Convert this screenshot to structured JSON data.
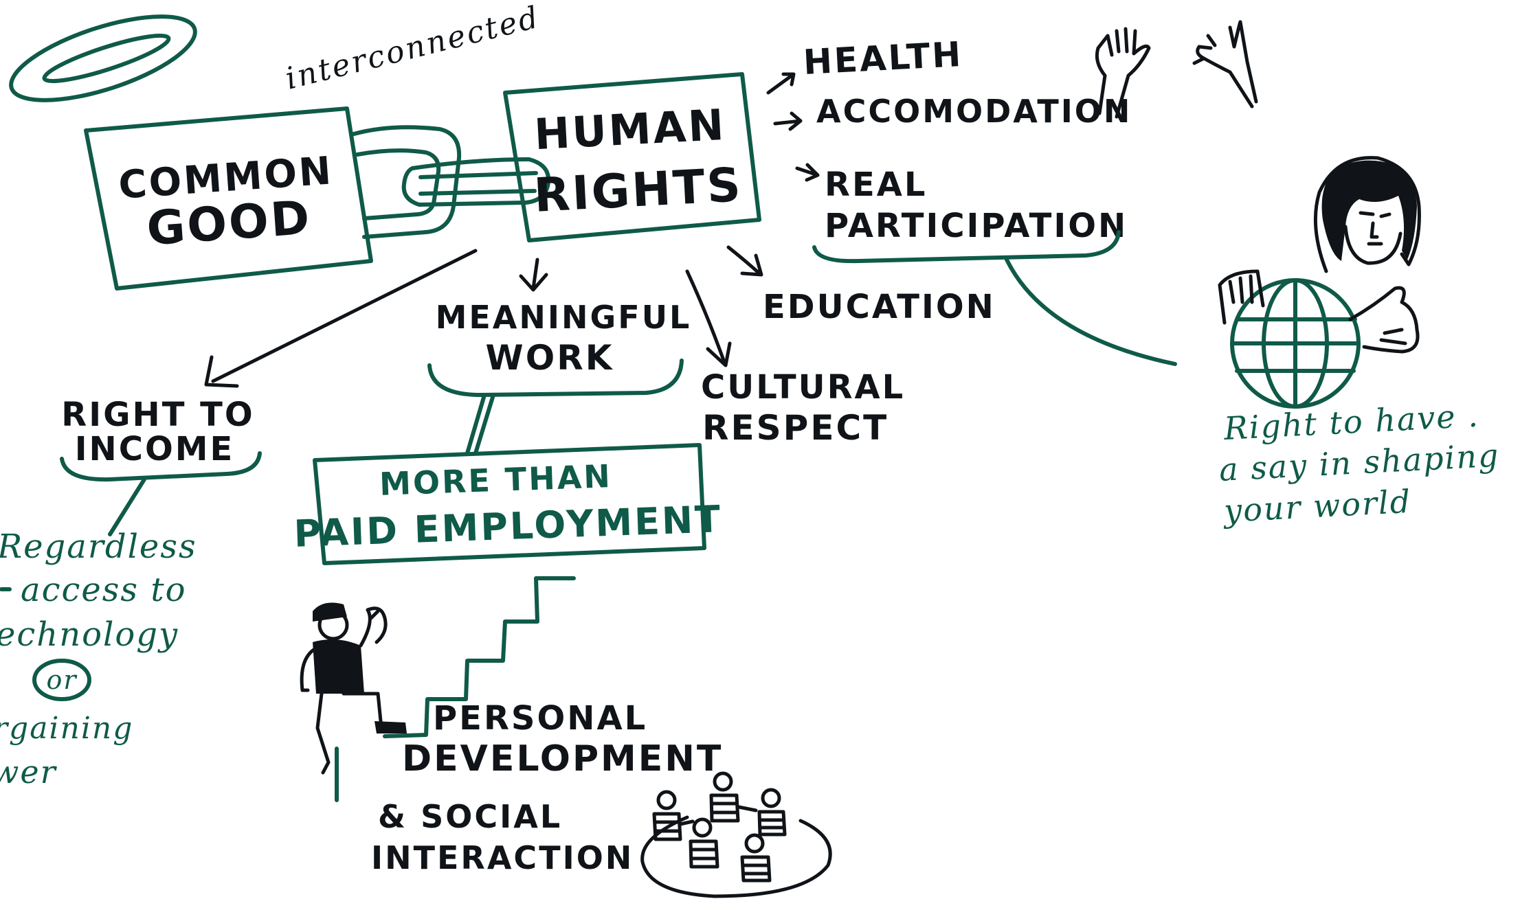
{
  "nodes": {
    "common_good": [
      "COMMON",
      "GOOD"
    ],
    "human_rights": [
      "HUMAN",
      "RIGHTS"
    ],
    "interconnected": "interconnected",
    "health": "HEALTH",
    "accomodation": "ACCOMODATION",
    "real_participation": [
      "REAL",
      "PARTICIPATION"
    ],
    "education": "EDUCATION",
    "meaningful_work": [
      "MEANINGFUL",
      "WORK"
    ],
    "cultural_respect": [
      "CULTURAL",
      "RESPECT"
    ],
    "right_to_income": [
      "RIGHT TO",
      "INCOME"
    ],
    "more_than_paid": [
      "MORE THAN",
      "PAID EMPLOYMENT"
    ],
    "regardless": [
      "Regardless",
      "access to",
      "echnology",
      "or",
      "rgaining",
      "wer"
    ],
    "personal_development": [
      "PERSONAL",
      "DEVELOPMENT"
    ],
    "social_interaction": [
      "& SOCIAL",
      "INTERACTION"
    ],
    "right_to_say": [
      "Right to have .",
      "a say in shaping",
      "your world"
    ]
  },
  "icons": [
    "halo-icon",
    "chain-link-icon",
    "raised-hands-icon",
    "person-holding-globe-icon",
    "person-climbing-stairs-icon",
    "group-of-people-icon"
  ],
  "colors": {
    "ink_black": "#101418",
    "ink_green": "#0f5a48",
    "paper": "#ffffff"
  }
}
